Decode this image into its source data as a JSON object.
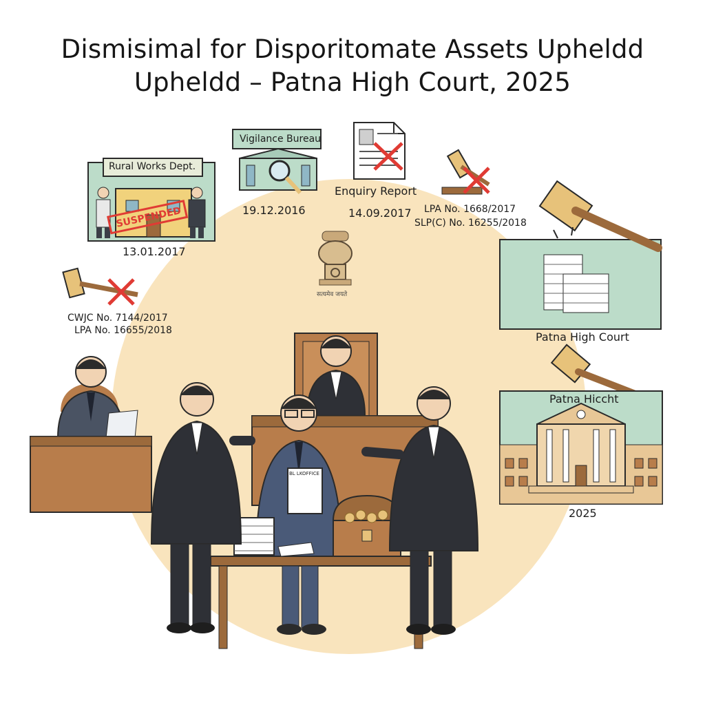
{
  "title": {
    "line1": "Dismisimal for Disporitomate Assets Upheldd",
    "line2": "Upheldd – Patna High Court, 2025"
  },
  "timeline": {
    "rural": {
      "sign": "Rural Works Dept.",
      "stamp": "SUSPENDED",
      "date": "13.01.2017"
    },
    "vigilance": {
      "sign": "Vigilance Bureau",
      "date": "19.12.2016"
    },
    "enquiry": {
      "label": "Enquiry Report",
      "date": "14.09.2017"
    },
    "lpa_top": {
      "line1": "LPA No. 1668/2017",
      "line2": "SLP(C) No. 16255/2018"
    },
    "cwjc": {
      "line1": "CWJC No. 7144/2017",
      "line2": "LPA No. 16655/2018"
    },
    "emblem": {
      "caption": "सत्यमेव जयते"
    },
    "hc_files": {
      "label": "Patna High Court"
    },
    "hc_building": {
      "sign": "Patna Hiccht",
      "year": "2025"
    }
  },
  "courtroom": {
    "paper_text": "BL LKOFFICE"
  },
  "colors": {
    "circle": "#f9e4bd",
    "panel_green": "#bcdcc9",
    "wood": "#b87d4b",
    "suit": "#3b3f47",
    "red_x": "#e03b34",
    "gavel": "#e7c27a"
  }
}
